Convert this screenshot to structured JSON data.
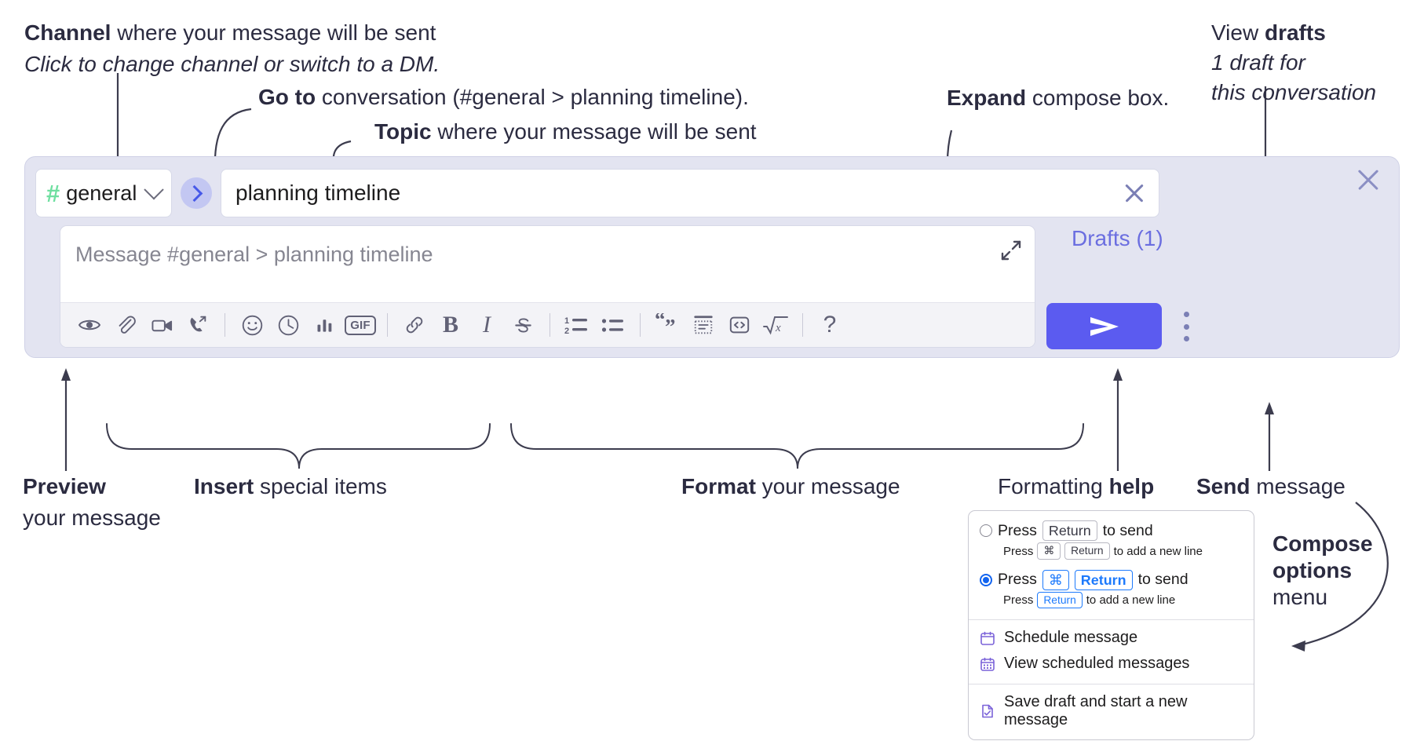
{
  "annotations": {
    "channel": {
      "bold": "Channel",
      "rest": " where your message will be sent",
      "italic": "Click to change channel or switch to a DM."
    },
    "goto": {
      "bold": "Go to",
      "rest": " conversation (#general > planning timeline)."
    },
    "topic": {
      "bold": "Topic",
      "rest": " where your message will be sent"
    },
    "expand": {
      "bold": "Expand",
      "rest": " compose box."
    },
    "drafts": {
      "plain": "View ",
      "bold": "drafts",
      "italic1": "1 draft for",
      "italic2": "this conversation"
    },
    "preview": {
      "bold": "Preview",
      "line2": "your message"
    },
    "insert": {
      "bold": "Insert",
      "rest": " special items"
    },
    "format": {
      "bold": "Format",
      "rest": " your message"
    },
    "help": {
      "plain": "Formatting ",
      "bold": "help"
    },
    "send": {
      "bold": "Send",
      "rest": " message"
    },
    "compose_options": {
      "bold1": "Compose",
      "bold2": "options",
      "plain": "menu"
    }
  },
  "compose": {
    "channel_name": "general",
    "channel_hash": "#",
    "channel_icon": "hash-icon",
    "goto_icon": "chevron-right-icon",
    "topic_value": "planning timeline",
    "topic_clear_icon": "close-icon",
    "message_placeholder": "Message #general > planning timeline",
    "expand_icon": "expand-diagonal-icon",
    "panel_close_icon": "close-icon",
    "drafts_label": "Drafts (1)",
    "send_icon": "paper-plane-icon",
    "kebab_icon": "more-vertical-icon",
    "toolbar": [
      {
        "name": "preview-icon",
        "label": "Preview"
      },
      {
        "name": "attachment-icon",
        "label": "Attach file"
      },
      {
        "name": "video-camera-icon",
        "label": "Video clip"
      },
      {
        "name": "phone-forward-icon",
        "label": "Audio clip"
      },
      {
        "name": "separator",
        "label": ""
      },
      {
        "name": "emoji-icon",
        "label": "Emoji"
      },
      {
        "name": "clock-icon",
        "label": "Reminder"
      },
      {
        "name": "bar-chart-icon",
        "label": "Poll"
      },
      {
        "name": "gif-icon",
        "label": "GIF"
      },
      {
        "name": "separator",
        "label": ""
      },
      {
        "name": "link-icon",
        "label": "Link"
      },
      {
        "name": "bold-icon",
        "label": "B"
      },
      {
        "name": "italic-icon",
        "label": "I"
      },
      {
        "name": "strikethrough-icon",
        "label": "S"
      },
      {
        "name": "separator",
        "label": ""
      },
      {
        "name": "ordered-list-icon",
        "label": "Ordered list"
      },
      {
        "name": "bulleted-list-icon",
        "label": "Bulleted list"
      },
      {
        "name": "separator",
        "label": ""
      },
      {
        "name": "blockquote-icon",
        "label": "Blockquote"
      },
      {
        "name": "code-block-icon",
        "label": "Code block"
      },
      {
        "name": "code-inline-icon",
        "label": "Code"
      },
      {
        "name": "math-icon",
        "label": "Math"
      },
      {
        "name": "separator",
        "label": ""
      },
      {
        "name": "help-icon",
        "label": "?"
      }
    ],
    "gif_label": "GIF",
    "bold_label": "B",
    "italic_label": "I",
    "strike_label": "S",
    "help_label": "?"
  },
  "menu": {
    "option_1": {
      "main_pre": "Press",
      "main_key": "Return",
      "main_post": "to send",
      "sub_pre": "Press",
      "sub_key_1": "⌘",
      "sub_key_2": "Return",
      "sub_post": "to add a new line",
      "selected": false
    },
    "option_2": {
      "main_pre": "Press",
      "main_key_1": "⌘",
      "main_key_2": "Return",
      "main_post": "to send",
      "sub_pre": "Press",
      "sub_key": "Return",
      "sub_post": "to add a new line",
      "selected": true
    },
    "items": [
      {
        "label": "Schedule message",
        "icon": "calendar-icon"
      },
      {
        "label": "View scheduled messages",
        "icon": "calendar-grid-icon"
      },
      {
        "label": "Save draft and start a new message",
        "icon": "draft-check-icon"
      }
    ]
  },
  "colors": {
    "panel_bg": "#e3e4f1",
    "accent_purple": "#5b5bf0",
    "hash_green": "#6fdfa0",
    "drafts_link": "#6b6ee0",
    "menu_blue": "#1d7afc",
    "ink": "#2b2b40"
  }
}
